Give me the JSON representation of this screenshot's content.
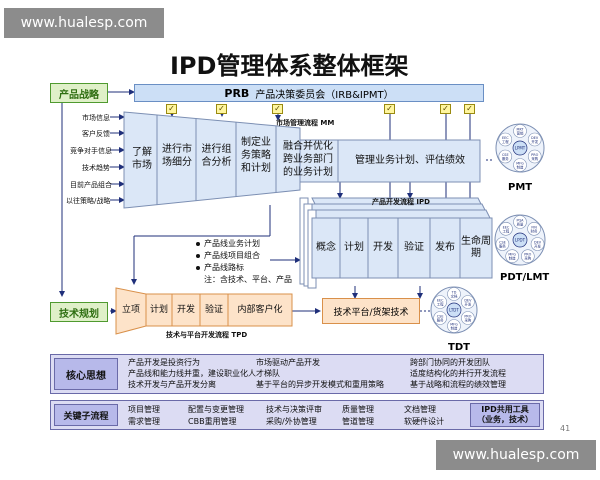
{
  "watermark": {
    "top": "www.hualesp.com",
    "bottom": "www.hualesp.com"
  },
  "title": "IPD管理体系整体框架",
  "strategy": {
    "product": "产品战略",
    "tech": "技术规划"
  },
  "prb": {
    "name": "PRB",
    "text": "产品决策委员会（IRB&IPMT）"
  },
  "market_inputs": [
    "市场信息",
    "客户反馈",
    "竞争对手信息",
    "技术趋势",
    "目前产品组合",
    "以往策略/战略"
  ],
  "mm": {
    "label": "市场管理流程 MM",
    "steps": [
      "了解市场",
      "进行市场细分",
      "进行组合分析",
      "制定业务策略和计划",
      "融合并优化跨业务部门的业务计划"
    ],
    "manage": "管理业务计划、评估绩效"
  },
  "ipd": {
    "label": "产品开发流程 IPD",
    "phases": [
      "概念",
      "计划",
      "开发",
      "验证",
      "发布",
      "生命周期"
    ]
  },
  "roadmap_bullets": [
    "产品线业务计划",
    "产品线项目组合",
    "产品线路标"
  ],
  "roadmap_note": "注：含技术、平台、产品",
  "tpd": {
    "label": "技术与平台开发流程 TPD",
    "steps": [
      "立项",
      "计划",
      "开发",
      "验证",
      "内部客户化"
    ]
  },
  "platform": "技术平台/货架技术",
  "teams": [
    {
      "name": "PMT",
      "center": "LPMT",
      "members": [
        "MKT",
        "营销",
        "DEV",
        "开发",
        "PRO",
        "采购",
        "MFG",
        "制造",
        "CSE",
        "服务",
        "EEC",
        "工程"
      ]
    },
    {
      "name": "PDT/LMT",
      "center": "LPDT",
      "members": [
        "PQA",
        "质量",
        "FIN",
        "财务",
        "DEV",
        "开发",
        "PRO",
        "采购",
        "MFG",
        "制造",
        "CSE",
        "服务",
        "EEC",
        "工程"
      ]
    },
    {
      "name": "TDT",
      "center": "LTDT",
      "members": [
        "TD",
        "文档",
        "DEV",
        "开发",
        "PRO",
        "采购",
        "MFG",
        "制造",
        "CSE",
        "服务",
        "EEC",
        "工程"
      ]
    }
  ],
  "core": {
    "label": "核心思想",
    "rows": [
      [
        "产品开发是投资行为",
        "市场驱动产品开发",
        "跨部门协同的开发团队"
      ],
      [
        "产品线和能力线并重，建设职业化人才梯队",
        "",
        "适度结构化的并行开发流程"
      ],
      [
        "技术开发与产品开发分离",
        "基于平台的异步开发模式和重用策略",
        "基于战略和流程的绩效管理"
      ]
    ]
  },
  "key": {
    "label": "关键子流程",
    "rows": [
      [
        "项目管理",
        "配置与变更管理",
        "技术与决策评审",
        "质量管理",
        "文档管理"
      ],
      [
        "需求管理",
        "CBB重用管理",
        "采购/外协管理",
        "管道管理",
        "软硬件设计"
      ]
    ],
    "tools_line1": "IPD共用工具",
    "tools_line2": "（业务，技术）"
  },
  "page_number": "41",
  "colors": {
    "blue_flow": "#dbe7f7",
    "green": "#dff0c8",
    "orange": "#fde3c9",
    "band": "#dcdcf3",
    "band_head": "#b7b9ea"
  }
}
